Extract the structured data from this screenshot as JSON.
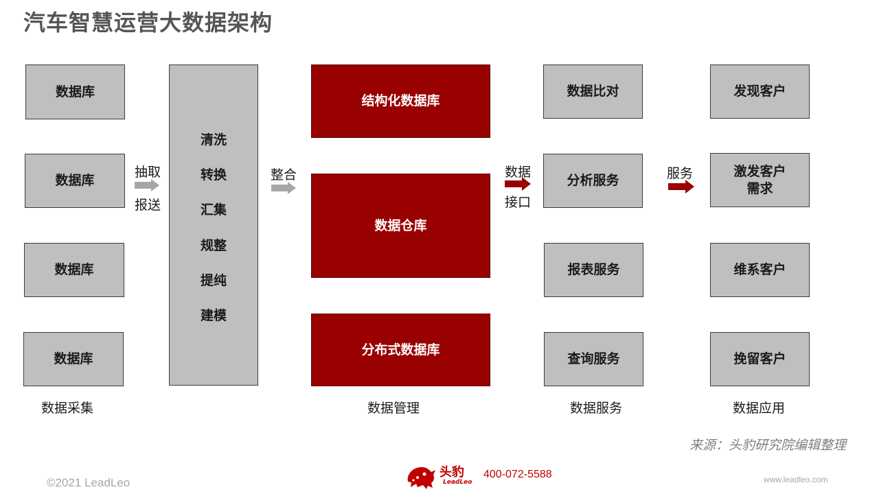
{
  "title": "汽车智慧运营大数据架构",
  "sources": [
    "数据库",
    "数据库",
    "数据库",
    "数据库"
  ],
  "process_steps": [
    "清洗",
    "转换",
    "汇集",
    "规整",
    "提纯",
    "建模"
  ],
  "arrows": {
    "extract": [
      "抽取",
      "报送"
    ],
    "integrate": "整合",
    "interface": [
      "数据",
      "接口"
    ],
    "service": "服务"
  },
  "management": [
    "结构化数据库",
    "数据仓库",
    "分布式数据库"
  ],
  "services": [
    "数据比对",
    "分析服务",
    "报表服务",
    "查询服务"
  ],
  "applications": [
    "发现客户",
    "激发客户\n需求",
    "维系客户",
    "挽留客户"
  ],
  "captions": {
    "collect": "数据采集",
    "manage": "数据管理",
    "serve": "数据服务",
    "apply": "数据应用"
  },
  "source_note": "来源：头豹研究院编辑整理",
  "footer": {
    "copyright": "©2021 LeadLeo",
    "brand": "头豹",
    "brand_en": "LeadLeo",
    "phone": "400-072-5588",
    "website": "www.leadleo.com"
  },
  "colors": {
    "box_gray": "#bfbfbf",
    "box_red": "#990000",
    "arrow_gray": "#a6a6a6",
    "arrow_red": "#990000"
  }
}
